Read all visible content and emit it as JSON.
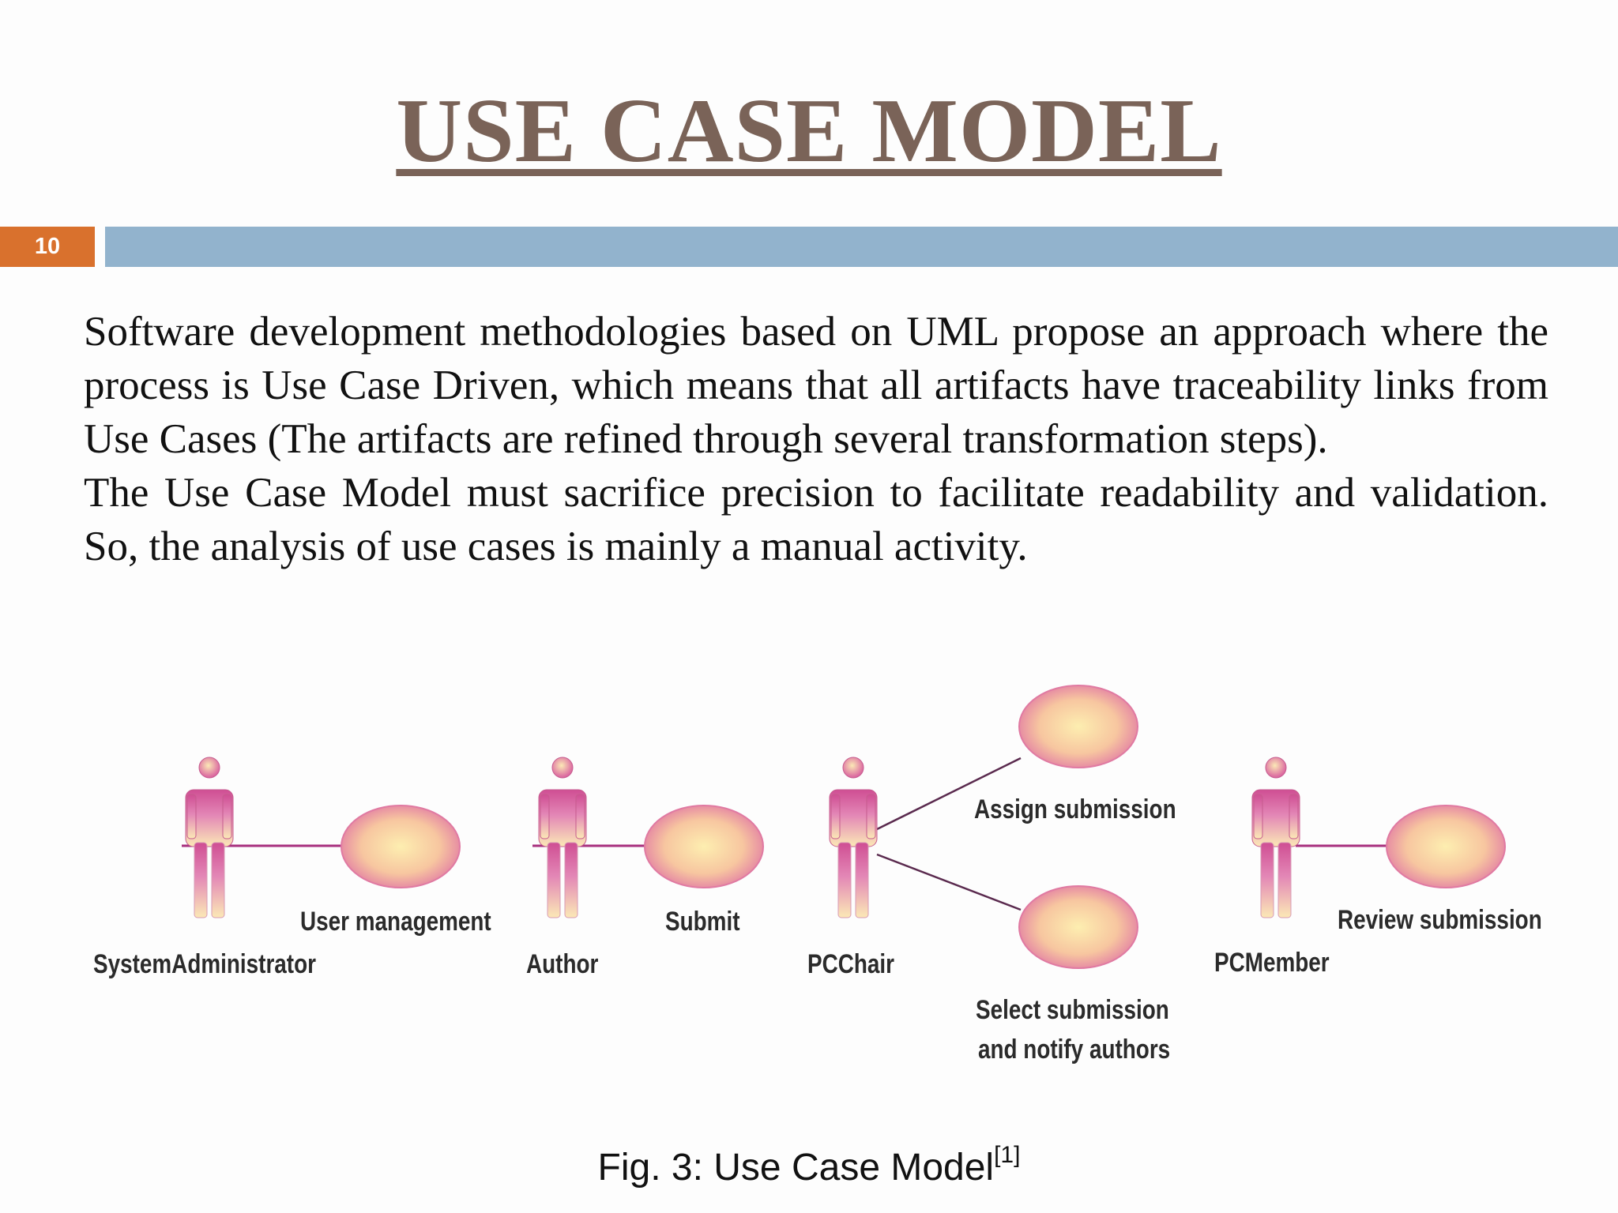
{
  "slide": {
    "title": "USE CASE MODEL",
    "number": "10"
  },
  "paragraphs": [
    "Software development methodologies based on UML propose an approach where the process is Use Case Driven, which means that all artifacts have traceability links from Use Cases (The artifacts are refined through several transformation steps).",
    "The Use Case Model must sacrifice precision to facilitate readability and validation. So, the analysis of use cases is mainly a manual activity."
  ],
  "diagram": {
    "actors": [
      "SystemAdministrator",
      "Author",
      "PCChair",
      "PCMember"
    ],
    "use_cases": [
      "User management",
      "Submit",
      "Assign submission",
      "Select submission",
      "and notify authors",
      "Review submission"
    ],
    "colors": {
      "actor": "#d9609f",
      "use_case_edge": "#e58aa6",
      "use_case_center": "#fde9a8",
      "line": "#a0307a"
    }
  },
  "caption": {
    "text": "Fig. 3: Use Case Model",
    "ref": "[1]"
  }
}
